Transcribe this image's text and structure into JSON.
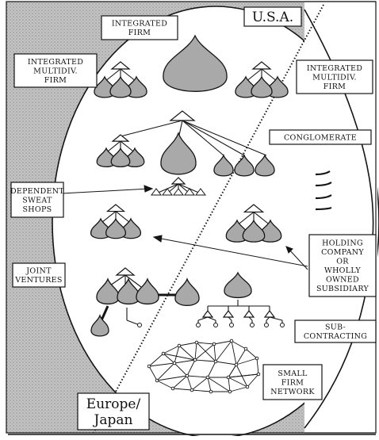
{
  "corners": {
    "usa": "U.S.A.",
    "europe_line1": "Europe/",
    "europe_line2": "Japan"
  },
  "labels": {
    "integrated_firm": [
      "INTEGRATED",
      "FIRM"
    ],
    "integrated_multidiv_left": [
      "INTEGRATED",
      "MULTIDIV.",
      "FIRM"
    ],
    "integrated_multidiv_right": [
      "INTEGRATED",
      "MULTIDIV.",
      "FIRM"
    ],
    "conglomerate": [
      "CONGLOMERATE"
    ],
    "dependent_sweat_shops": [
      "DEPENDENT",
      "SWEAT",
      "SHOPS"
    ],
    "holding_company": [
      "HOLDING",
      "COMPANY",
      "OR",
      "WHOLLY",
      "OWNED",
      "SUBSIDIARY"
    ],
    "joint_ventures": [
      "JOINT",
      "VENTURES"
    ],
    "sub_contracting": [
      "SUB-",
      "CONTRACTING"
    ],
    "small_firm_network": [
      "SMALL",
      "FIRM",
      "NETWORK"
    ]
  },
  "colors": {
    "ink": "#151515",
    "shade": "#b9b9b9",
    "firm_fill": "#a9a9a9",
    "paper": "#ffffff"
  }
}
